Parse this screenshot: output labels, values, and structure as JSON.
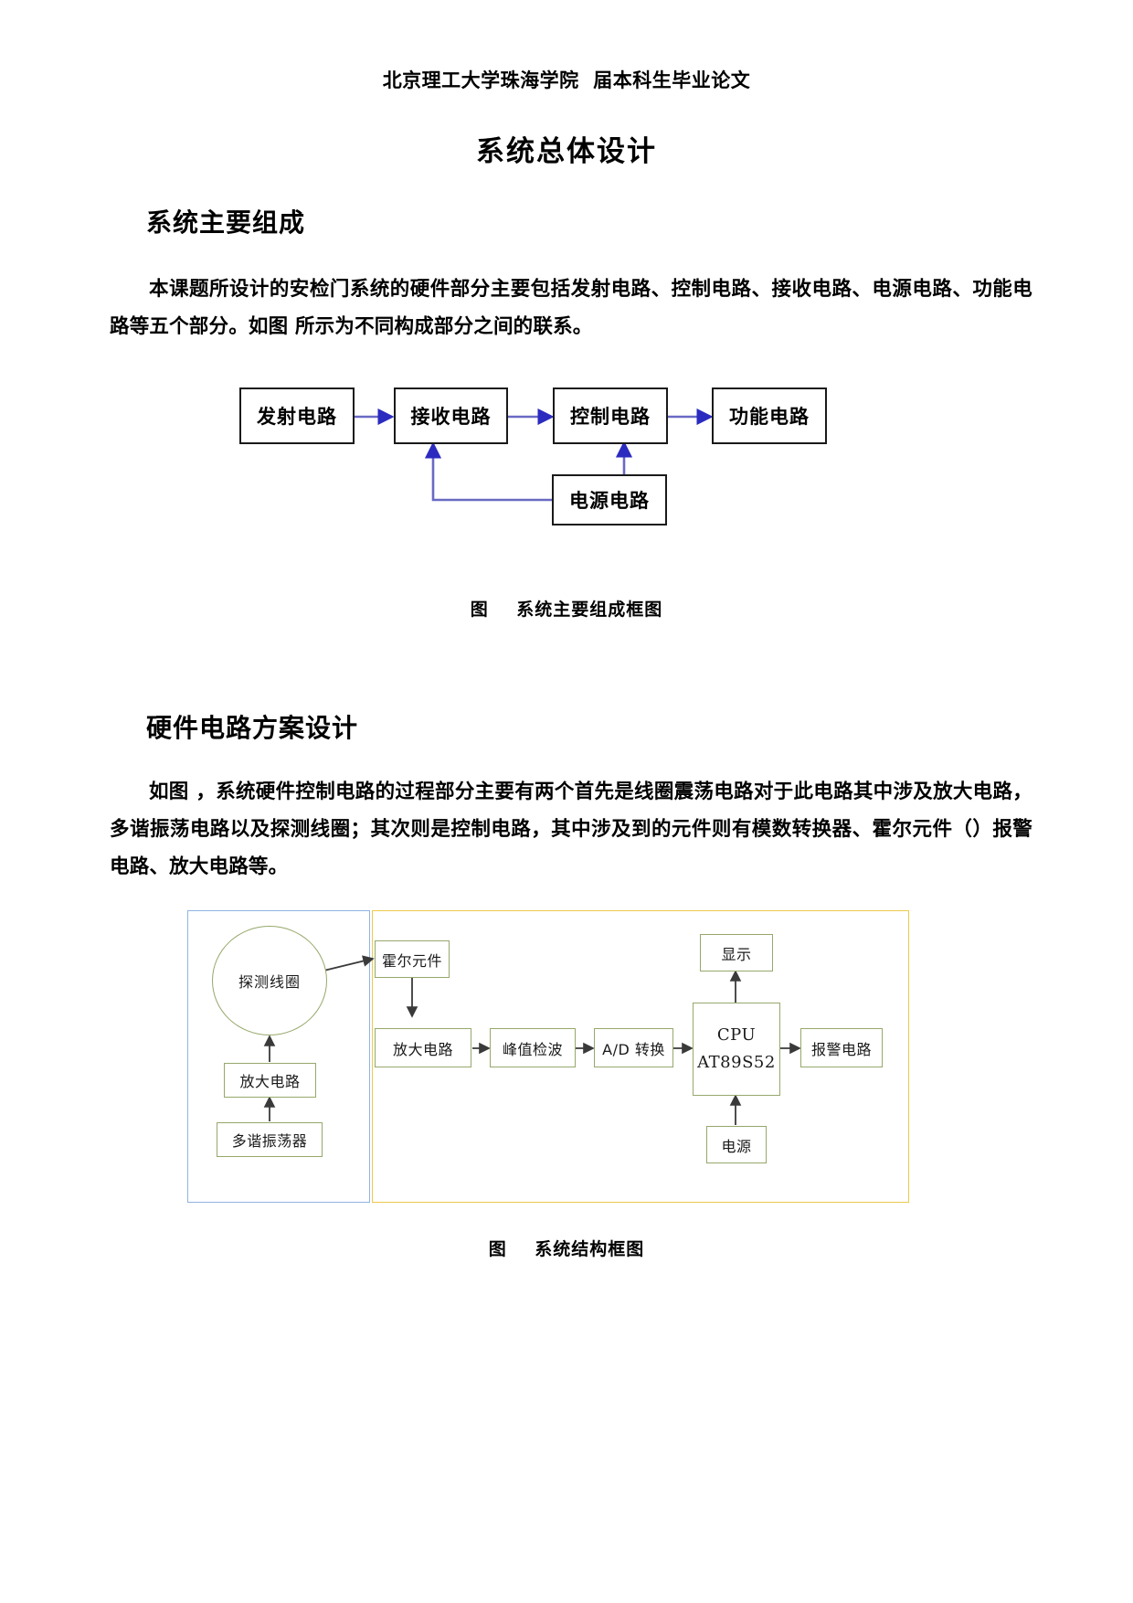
{
  "document": {
    "running_header": "北京理工大学珠海学院  届本科生毕业论文",
    "title": "系统总体设计"
  },
  "sections": [
    {
      "heading": "系统主要组成",
      "paragraph": "本课题所设计的安检门系统的硬件部分主要包括发射电路、控制电路、接收电路、电源电路、功能电路等五个部分。如图  所示为不同构成部分之间的联系。",
      "caption": "图    系统主要组成框图"
    },
    {
      "heading": "硬件电路方案设计",
      "paragraph": "如图  ，系统硬件控制电路的过程部分主要有两个首先是线圈震荡电路对于此电路其中涉及放大电路，多谐振荡电路以及探测线圈；其次则是控制电路，其中涉及到的元件则有模数转换器、霍尔元件（）报警电路、放大电路等。",
      "caption": "图    系统结构框图"
    }
  ],
  "figure1": {
    "arrow_color": "#5b5bb0",
    "box_border_color": "#1a1a1a",
    "nodes": {
      "transmit": "发射电路",
      "receive": "接收电路",
      "control": "控制电路",
      "function": "功能电路",
      "power": "电源电路"
    }
  },
  "figure2": {
    "panel_left_border": "#8eb4e3",
    "panel_right_border": "#ecc94b",
    "node_border": "#96a86b",
    "arrow_color": "#3a3a3a",
    "nodes": {
      "coil": "探测线圈",
      "amp_left": "放大电路",
      "multivibrator": "多谐振荡器",
      "hall": "霍尔元件",
      "amp_right": "放大电路",
      "peak": "峰值检波",
      "adc": "A/D 转换",
      "cpu_line1": "CPU",
      "cpu_line2": "AT89S52",
      "display": "显示",
      "alarm": "报警电路",
      "power": "电源"
    }
  }
}
